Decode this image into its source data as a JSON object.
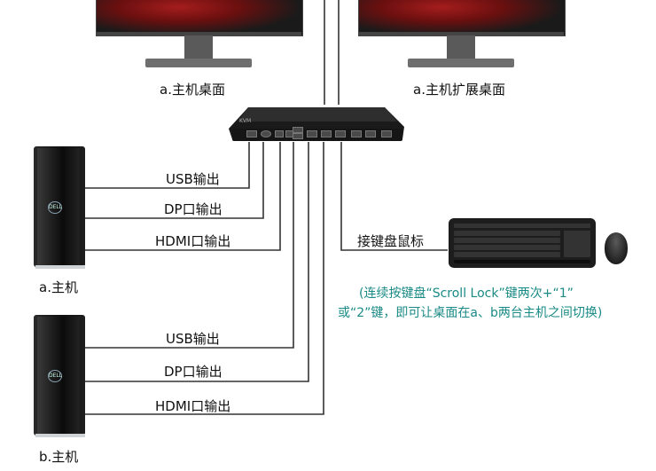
{
  "monitors": {
    "left_label": "a.主机桌面",
    "right_label": "a.主机扩展桌面"
  },
  "computers": {
    "a_label": "a.主机",
    "b_label": "b.主机"
  },
  "cables_a": [
    "USB输出",
    "DP口输出",
    "HDMI口输出"
  ],
  "cables_b": [
    "USB输出",
    "DP口输出",
    "HDMI口输出"
  ],
  "peripheral_label": "接键盘鼠标",
  "note": {
    "line1": "(连续按键盘“Scroll Lock”键两次+“1”",
    "line2": "或“2”键，即可让桌面在a、b两台主机之间切换)"
  },
  "colors": {
    "line": "#333333",
    "note": "#1a8a86"
  }
}
